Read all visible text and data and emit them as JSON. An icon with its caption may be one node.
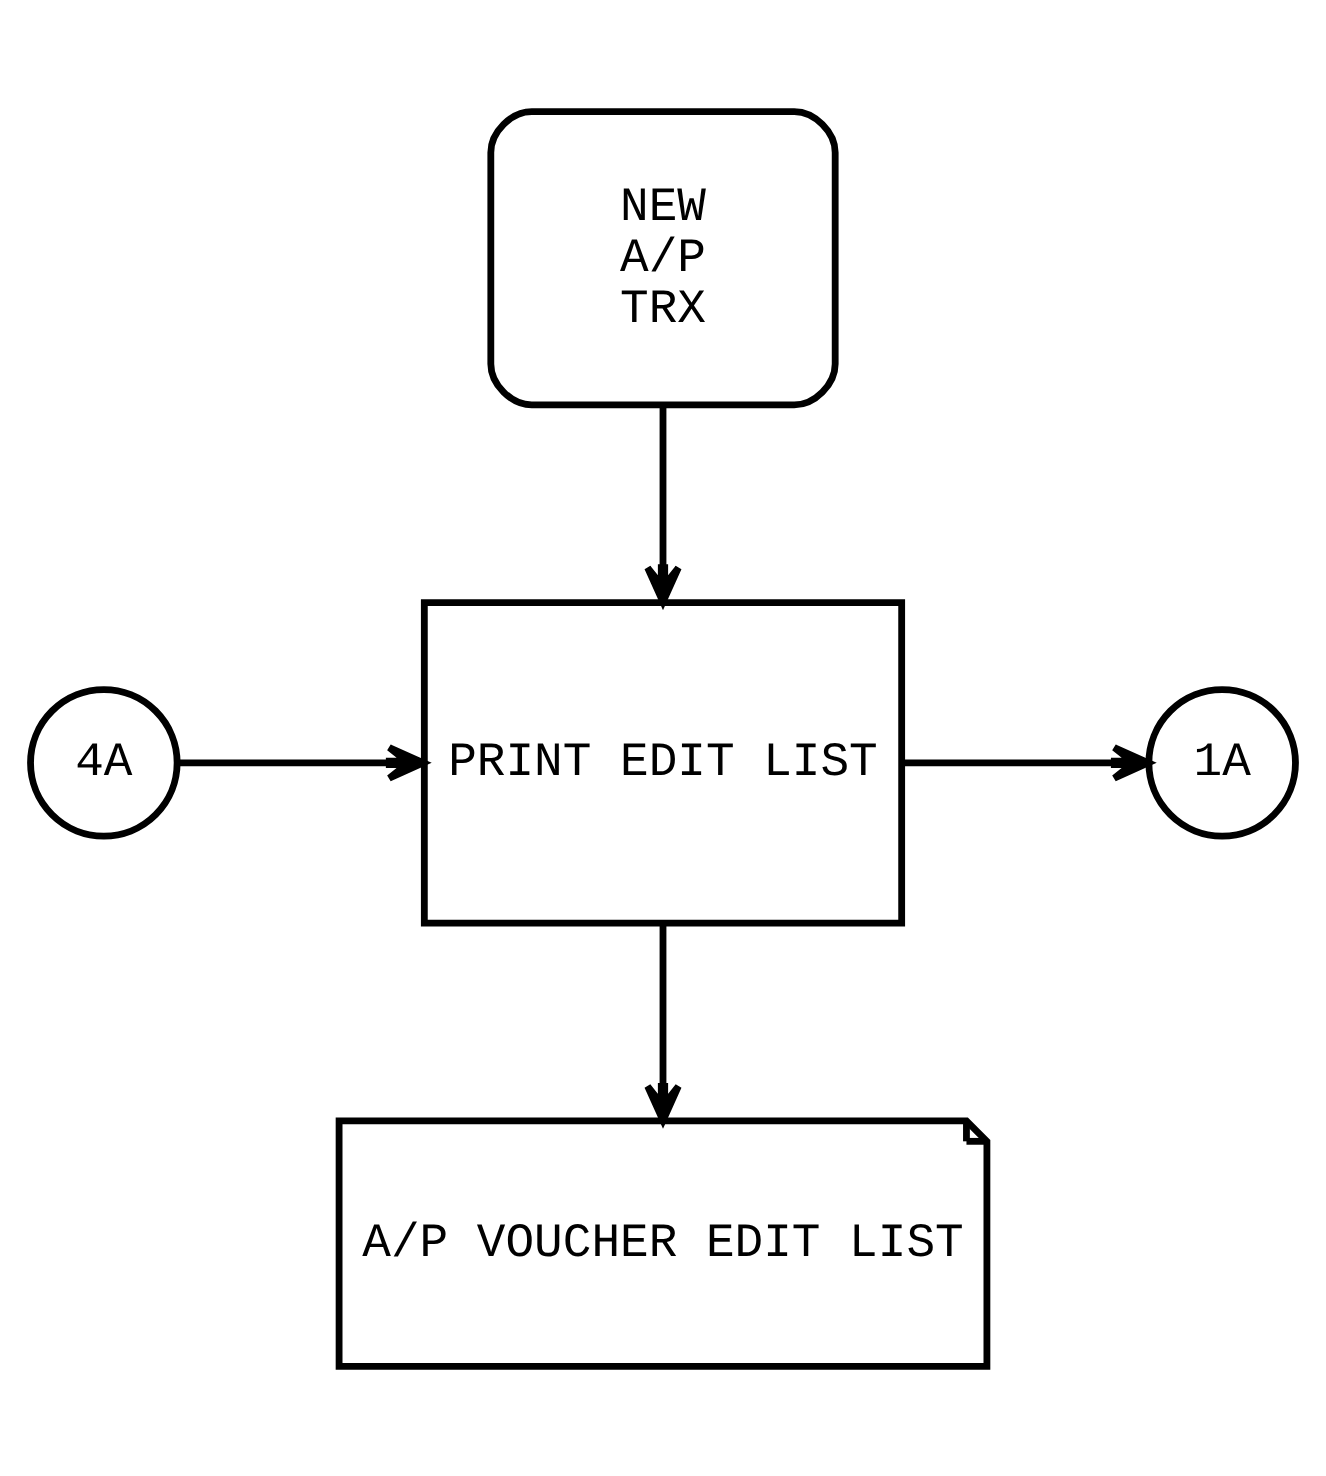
{
  "diagram": {
    "nodes": [
      {
        "text": [
          "NEW A/P TRX"
        ]
      },
      {
        "text": [
          "PRINT EDIT LIST"
        ]
      },
      {
        "text": [
          "4A"
        ]
      },
      {
        "text": [
          "1A"
        ]
      },
      {
        "text": [
          "A/P VOUCHER EDIT LIST"
        ]
      }
    ],
    "edges": [
      {
        "from": 0,
        "to": 1,
        "arrow": "to"
      },
      {
        "from": 2,
        "to": 1,
        "arrow": "to"
      },
      {
        "from": 1,
        "to": 3,
        "arrow": "to"
      },
      {
        "from": 1,
        "to": 4,
        "arrow": "to"
      }
    ]
  }
}
